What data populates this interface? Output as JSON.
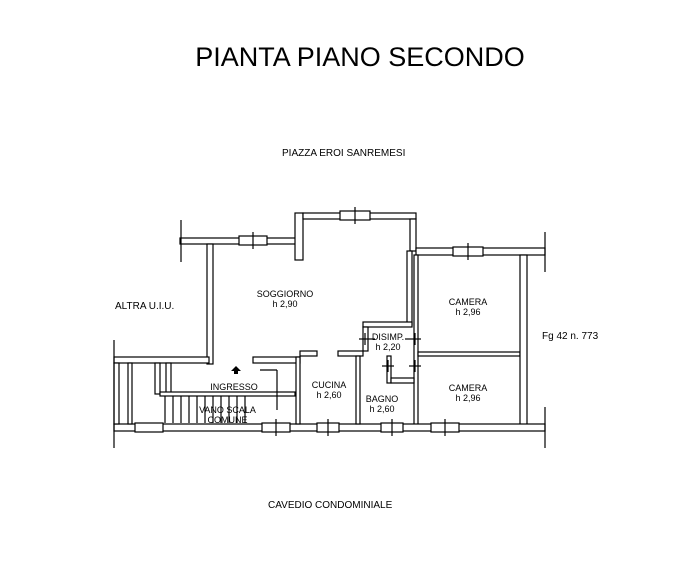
{
  "title": "PIANTA PIANO SECONDO",
  "north_label": "PIAZZA EROI SANREMESI",
  "south_label": "CAVEDIO CONDOMINIALE",
  "west_label": "ALTRA U.I.U.",
  "east_label": "Fg 42 n. 773",
  "rooms": [
    {
      "name": "SOGGIORNO",
      "height": "h 2,90"
    },
    {
      "name": "CAMERA",
      "height": "h 2,96"
    },
    {
      "name": "DISIMP.",
      "height": "h 2,20"
    },
    {
      "name": "CUCINA",
      "height": "h 2,60"
    },
    {
      "name": "BAGNO",
      "height": "h 2,60"
    },
    {
      "name": "CAMERA",
      "height": "h 2,96"
    },
    {
      "name": "INGRESSO"
    },
    {
      "name": "VANO SCALA",
      "name2": "COMUNE"
    }
  ]
}
